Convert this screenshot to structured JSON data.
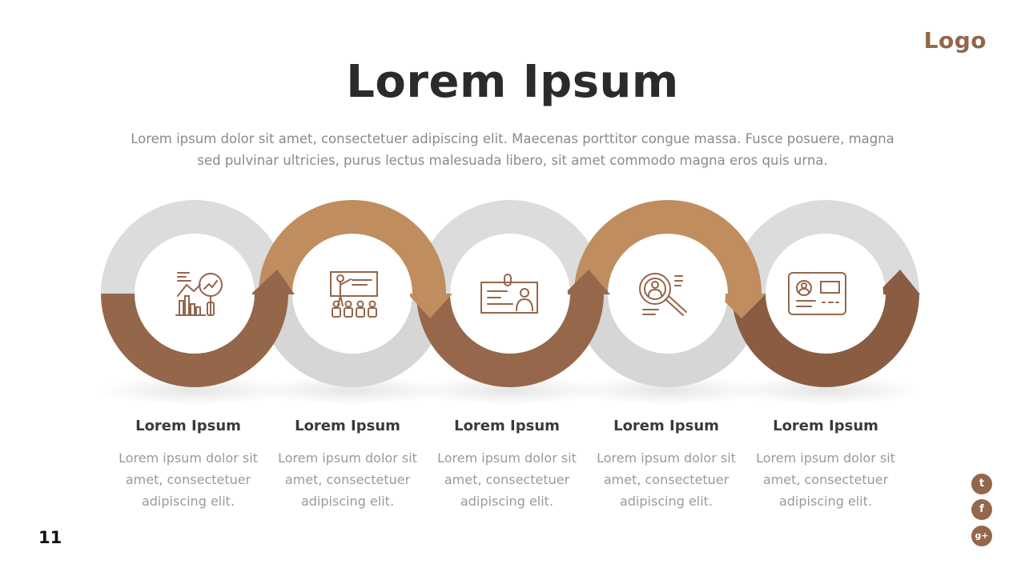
{
  "header": {
    "logo": "Logo",
    "title": "Lorem Ipsum",
    "subtitle": "Lorem ipsum dolor sit amet, consectetuer adipiscing elit. Maecenas porttitor congue massa. Fusce posuere, magna sed pulvinar ultricies, purus lectus malesuada libero, sit amet commodo magna eros quis urna."
  },
  "steps": [
    {
      "title": "Lorem Ipsum",
      "description": "Lorem ipsum dolor sit amet, consectetuer adipiscing elit.",
      "icon": "analytics-magnifier-icon"
    },
    {
      "title": "Lorem Ipsum",
      "description": "Lorem ipsum dolor sit amet, consectetuer adipiscing elit.",
      "icon": "presentation-audience-icon"
    },
    {
      "title": "Lorem Ipsum",
      "description": "Lorem ipsum dolor sit amet, consectetuer adipiscing elit.",
      "icon": "id-badge-icon"
    },
    {
      "title": "Lorem Ipsum",
      "description": "Lorem ipsum dolor sit amet, consectetuer adipiscing elit.",
      "icon": "user-search-icon"
    },
    {
      "title": "Lorem Ipsum",
      "description": "Lorem ipsum dolor sit amet, consectetuer adipiscing elit.",
      "icon": "id-card-icon"
    }
  ],
  "footer": {
    "page_number": "11",
    "social": [
      {
        "label": "t",
        "icon": "tumblr-icon"
      },
      {
        "label": "f",
        "icon": "facebook-icon"
      },
      {
        "label": "g+",
        "icon": "google-plus-icon"
      }
    ]
  },
  "colors": {
    "accent_dark": "#94664a",
    "accent_light": "#bf8d5e",
    "ring_gray": "#d9d9d9",
    "text_dark": "#2b2b2b",
    "text_muted": "#8a8a8a"
  }
}
